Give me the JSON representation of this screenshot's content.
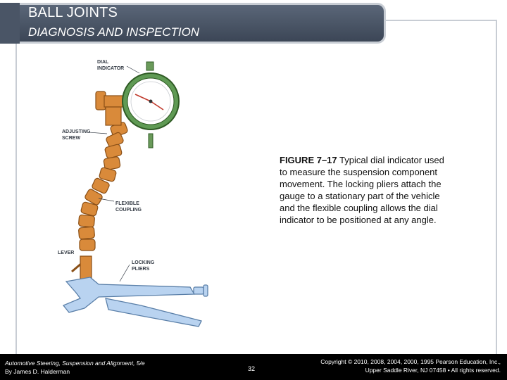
{
  "header": {
    "title": "BALL JOINTS",
    "subtitle": "DIAGNOSIS AND INSPECTION"
  },
  "figure": {
    "labels": {
      "dial_indicator_1": "DIAL",
      "dial_indicator_2": "INDICATOR",
      "adjusting_screw_1": "ADJUSTING",
      "adjusting_screw_2": "SCREW",
      "flexible_coupling_1": "FLEXIBLE",
      "flexible_coupling_2": "COUPLING",
      "lever": "LEVER",
      "locking_pliers_1": "LOCKING",
      "locking_pliers_2": "PLIERS"
    }
  },
  "caption": {
    "figure_number": "FIGURE 7–17",
    "text": " Typical dial indicator used to measure the suspension component movement. The locking pliers attach the gauge to a stationary part of the vehicle and the flexible coupling allows the dial indicator to be positioned at any angle."
  },
  "footer": {
    "book_title": "Automotive Steering, Suspension and Alignment, 5/e",
    "author": "By James D. Halderman",
    "page_number": "32",
    "copyright_line1": "Copyright © 2010, 2008, 2004, 2000, 1995 Pearson Education, Inc.,",
    "copyright_line2": "Upper Saddle River, NJ 07458 • All rights reserved."
  }
}
